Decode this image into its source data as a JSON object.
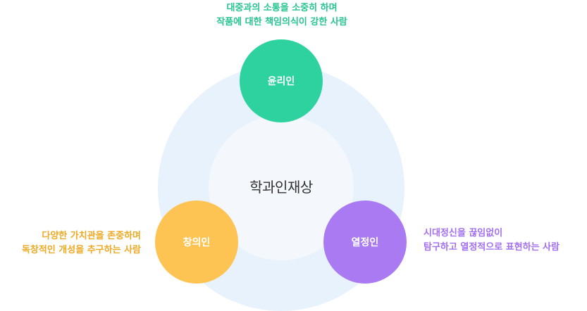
{
  "center": {
    "title": "학과인재상"
  },
  "nodes": {
    "ethics": {
      "label": "윤리인",
      "color": "#2dd29f",
      "description": [
        "대중과의 소통을 소중히 하며",
        "작품에 대한 책임의식이 강한 사람"
      ]
    },
    "creative": {
      "label": "창의인",
      "color": "#fec453",
      "description": [
        "다양한 가치관을 존중하며",
        "독창적인 개성을 추구하는 사람"
      ]
    },
    "passion": {
      "label": "열정인",
      "color": "#a97af2",
      "description": [
        "시대정신을 끊임없이",
        "탐구하고 열정적으로 표현하는 사람"
      ]
    }
  }
}
